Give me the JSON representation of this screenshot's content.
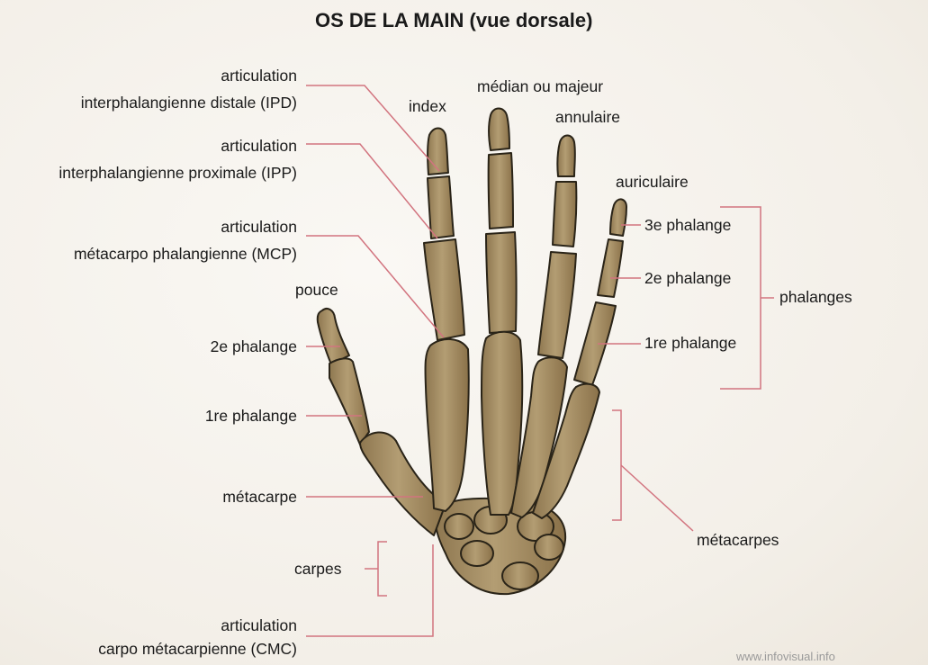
{
  "title": "OS DE LA MAIN (vue dorsale)",
  "labels": {
    "ipd_line1": "articulation",
    "ipd_line2": "interphalangienne distale (IPD)",
    "ipp_line1": "articulation",
    "ipp_line2": "interphalangienne proximale (IPP)",
    "mcp_line1": "articulation",
    "mcp_line2": "métacarpo phalangienne (MCP)",
    "pouce": "pouce",
    "thumb_2e_phalange": "2e phalange",
    "thumb_1re_phalange": "1re phalange",
    "metacarpe": "métacarpe",
    "carpes": "carpes",
    "cmc_line1": "articulation",
    "cmc_line2": "carpo métacarpienne (CMC)",
    "index": "index",
    "median": "médian ou majeur",
    "annulaire": "annulaire",
    "auriculaire": "auriculaire",
    "phalange_3e": "3e phalange",
    "phalange_2e": "2e phalange",
    "phalange_1re": "1re phalange",
    "phalanges": "phalanges",
    "metacarpes": "métacarpes"
  },
  "watermark": "www.infovisual.info",
  "colors": {
    "bone": "#a89167",
    "bone_outline": "#2a2418",
    "leader_line": "#d2747f",
    "background": "#f6f3ee"
  }
}
